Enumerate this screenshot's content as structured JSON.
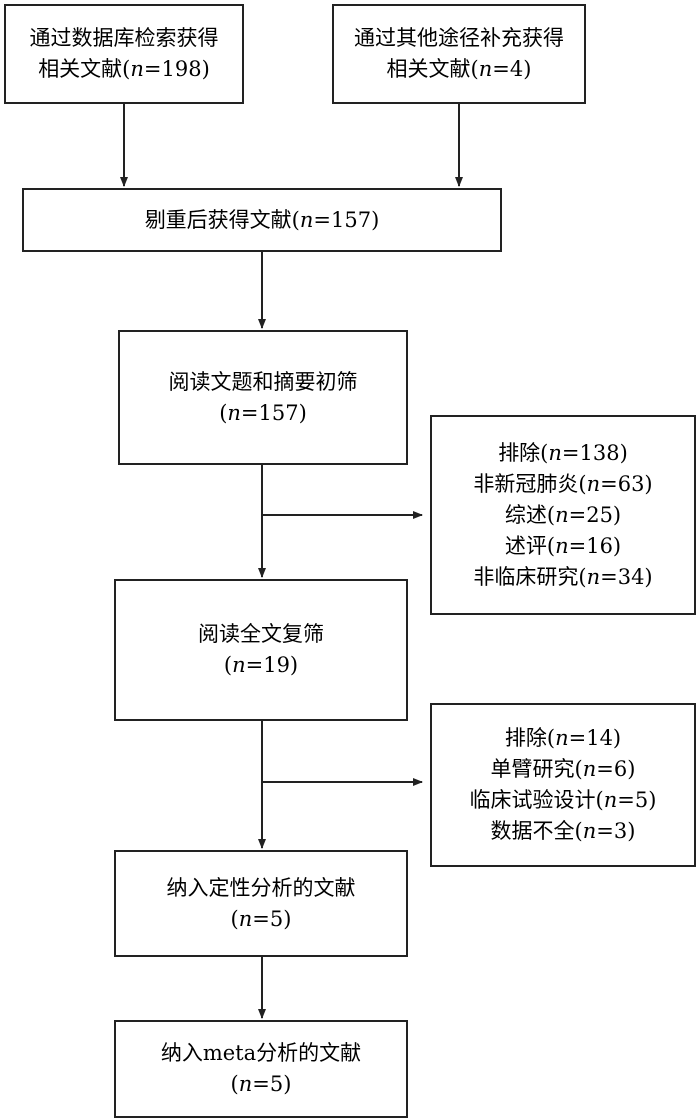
{
  "boxes": {
    "database": {
      "line1": "通过数据库检索获得",
      "line2_pre": "相关文献(",
      "n": "n",
      "line2_post": "=198)"
    },
    "other": {
      "line1": "通过其他途径补充获得",
      "line2_pre": "相关文献(",
      "n": "n",
      "line2_post": "=4)"
    },
    "dedup": {
      "pre": "剔重后获得文献(",
      "n": "n",
      "post": "=157)"
    },
    "title_abstract": {
      "line1": "阅读文题和摘要初筛",
      "line2_pre": "(",
      "n": "n",
      "line2_post": "=157)"
    },
    "fulltext": {
      "line1": "阅读全文复筛",
      "line2_pre": "(",
      "n": "n",
      "line2_post": "=19)"
    },
    "qualitative": {
      "line1": "纳入定性分析的文献",
      "line2_pre": "(",
      "n": "n",
      "line2_post": "=5)"
    },
    "meta": {
      "line1": "纳入meta分析的文献",
      "line2_pre": "(",
      "n": "n",
      "line2_post": "=5)"
    }
  },
  "exclusions1": [
    {
      "pre": "排除(",
      "n": "n",
      "post": "=138)"
    },
    {
      "pre": "非新冠肺炎(",
      "n": "n",
      "post": "=63)"
    },
    {
      "pre": "综述(",
      "n": "n",
      "post": "=25)"
    },
    {
      "pre": "述评(",
      "n": "n",
      "post": "=16)"
    },
    {
      "pre": "非临床研究(",
      "n": "n",
      "post": "=34)"
    }
  ],
  "exclusions2": [
    {
      "pre": "排除(",
      "n": "n",
      "post": "=14)"
    },
    {
      "pre": "单臂研究(",
      "n": "n",
      "post": "=6)"
    },
    {
      "pre": "临床试验设计(",
      "n": "n",
      "post": "=5)"
    },
    {
      "pre": "数据不全(",
      "n": "n",
      "post": "=3)"
    }
  ]
}
